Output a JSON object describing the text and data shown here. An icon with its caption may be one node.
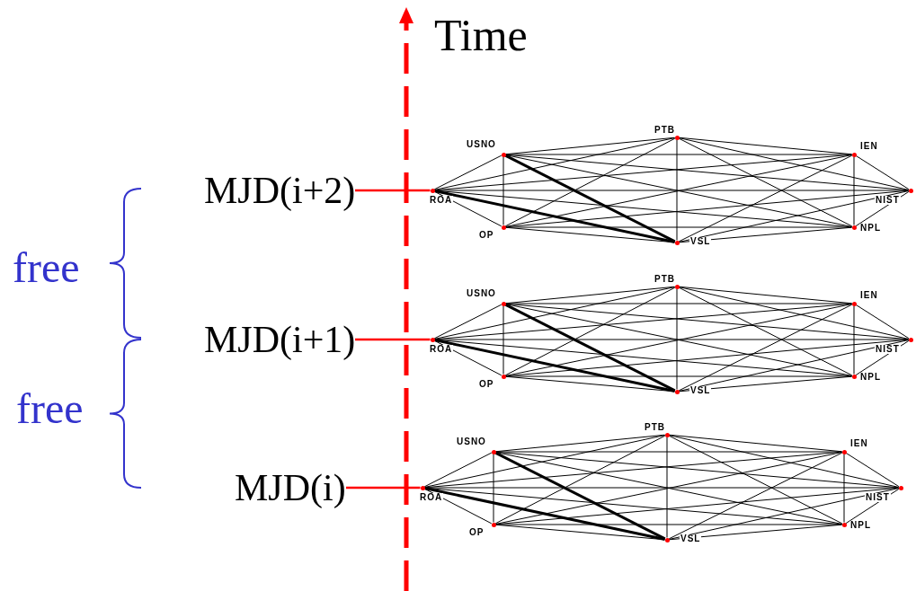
{
  "diagram": {
    "nodes": [
      {
        "text": [
          "MJD(i+2)"
        ]
      },
      {
        "text": [],
        "shape": "circle",
        "beside": [
          "PTB"
        ]
      },
      {
        "text": [],
        "shape": "circle",
        "beside": [
          "USNO"
        ]
      },
      {
        "text": [],
        "shape": "circle",
        "beside": [
          "IEN"
        ]
      },
      {
        "text": [],
        "shape": "circle",
        "beside": [
          "ROA"
        ]
      },
      {
        "text": [],
        "shape": "circle",
        "beside": [
          "NIST"
        ]
      },
      {
        "text": [],
        "shape": "circle",
        "beside": [
          "OP"
        ]
      },
      {
        "text": [],
        "shape": "circle",
        "beside": [
          "VSL"
        ]
      },
      {
        "text": [],
        "shape": "circle",
        "beside": [
          "NPL"
        ]
      },
      {
        "text": [
          "MJD(i+1)"
        ]
      },
      {
        "text": [],
        "shape": "circle",
        "beside": [
          "PTB"
        ]
      },
      {
        "text": [],
        "shape": "circle",
        "beside": [
          "USNO"
        ]
      },
      {
        "text": [],
        "shape": "circle",
        "beside": [
          "IEN"
        ]
      },
      {
        "text": [],
        "shape": "circle",
        "beside": [
          "ROA"
        ]
      },
      {
        "text": [],
        "shape": "circle",
        "beside": [
          "NIST"
        ]
      },
      {
        "text": [],
        "shape": "circle",
        "beside": [
          "OP"
        ]
      },
      {
        "text": [],
        "shape": "circle",
        "beside": [
          "VSL"
        ]
      },
      {
        "text": [],
        "shape": "circle",
        "beside": [
          "NPL"
        ]
      },
      {
        "text": [
          "MJD(i)"
        ]
      },
      {
        "text": [],
        "shape": "circle",
        "beside": [
          "PTB"
        ]
      },
      {
        "text": [],
        "shape": "circle",
        "beside": [
          "USNO"
        ]
      },
      {
        "text": [],
        "shape": "circle",
        "beside": [
          "IEN"
        ]
      },
      {
        "text": [],
        "shape": "circle",
        "beside": [
          "ROA"
        ]
      },
      {
        "text": [],
        "shape": "circle",
        "beside": [
          "NIST"
        ]
      },
      {
        "text": [],
        "shape": "circle",
        "beside": [
          "OP"
        ]
      },
      {
        "text": [],
        "shape": "circle",
        "beside": [
          "VSL"
        ]
      },
      {
        "text": [],
        "shape": "circle",
        "beside": [
          "NPL"
        ]
      }
    ],
    "edges": [
      {
        "from": 0,
        "to": 4,
        "arrow": "none",
        "color": "#ff0000"
      },
      {
        "from": 1,
        "to": 2,
        "arrow": "none"
      },
      {
        "from": 1,
        "to": 3,
        "arrow": "none"
      },
      {
        "from": 1,
        "to": 4,
        "arrow": "none"
      },
      {
        "from": 1,
        "to": 5,
        "arrow": "none"
      },
      {
        "from": 1,
        "to": 6,
        "arrow": "none"
      },
      {
        "from": 1,
        "to": 7,
        "arrow": "none"
      },
      {
        "from": 1,
        "to": 8,
        "arrow": "none"
      },
      {
        "from": 2,
        "to": 3,
        "arrow": "none"
      },
      {
        "from": 2,
        "to": 4,
        "arrow": "none"
      },
      {
        "from": 2,
        "to": 5,
        "arrow": "none"
      },
      {
        "from": 2,
        "to": 6,
        "arrow": "none"
      },
      {
        "from": 2,
        "to": 7,
        "arrow": "none",
        "style": "thick"
      },
      {
        "from": 2,
        "to": 8,
        "arrow": "none"
      },
      {
        "from": 3,
        "to": 4,
        "arrow": "none"
      },
      {
        "from": 3,
        "to": 5,
        "arrow": "none"
      },
      {
        "from": 3,
        "to": 6,
        "arrow": "none"
      },
      {
        "from": 3,
        "to": 7,
        "arrow": "none"
      },
      {
        "from": 3,
        "to": 8,
        "arrow": "none"
      },
      {
        "from": 4,
        "to": 5,
        "arrow": "none"
      },
      {
        "from": 4,
        "to": 6,
        "arrow": "none"
      },
      {
        "from": 4,
        "to": 7,
        "arrow": "none",
        "style": "thick"
      },
      {
        "from": 4,
        "to": 8,
        "arrow": "none"
      },
      {
        "from": 5,
        "to": 6,
        "arrow": "none"
      },
      {
        "from": 5,
        "to": 7,
        "arrow": "none"
      },
      {
        "from": 5,
        "to": 8,
        "arrow": "none"
      },
      {
        "from": 6,
        "to": 7,
        "arrow": "none"
      },
      {
        "from": 6,
        "to": 8,
        "arrow": "none"
      },
      {
        "from": 7,
        "to": 8,
        "arrow": "none"
      },
      {
        "from": 9,
        "to": 13,
        "arrow": "none",
        "color": "#ff0000"
      },
      {
        "from": 10,
        "to": 11,
        "arrow": "none"
      },
      {
        "from": 10,
        "to": 12,
        "arrow": "none"
      },
      {
        "from": 10,
        "to": 13,
        "arrow": "none"
      },
      {
        "from": 10,
        "to": 14,
        "arrow": "none"
      },
      {
        "from": 10,
        "to": 15,
        "arrow": "none"
      },
      {
        "from": 10,
        "to": 16,
        "arrow": "none"
      },
      {
        "from": 10,
        "to": 17,
        "arrow": "none"
      },
      {
        "from": 11,
        "to": 12,
        "arrow": "none"
      },
      {
        "from": 11,
        "to": 13,
        "arrow": "none"
      },
      {
        "from": 11,
        "to": 14,
        "arrow": "none"
      },
      {
        "from": 11,
        "to": 15,
        "arrow": "none"
      },
      {
        "from": 11,
        "to": 16,
        "arrow": "none",
        "style": "thick"
      },
      {
        "from": 11,
        "to": 17,
        "arrow": "none"
      },
      {
        "from": 12,
        "to": 13,
        "arrow": "none"
      },
      {
        "from": 12,
        "to": 14,
        "arrow": "none"
      },
      {
        "from": 12,
        "to": 15,
        "arrow": "none"
      },
      {
        "from": 12,
        "to": 16,
        "arrow": "none"
      },
      {
        "from": 12,
        "to": 17,
        "arrow": "none"
      },
      {
        "from": 13,
        "to": 14,
        "arrow": "none"
      },
      {
        "from": 13,
        "to": 15,
        "arrow": "none"
      },
      {
        "from": 13,
        "to": 16,
        "arrow": "none",
        "style": "thick"
      },
      {
        "from": 13,
        "to": 17,
        "arrow": "none"
      },
      {
        "from": 14,
        "to": 15,
        "arrow": "none"
      },
      {
        "from": 14,
        "to": 16,
        "arrow": "none"
      },
      {
        "from": 14,
        "to": 17,
        "arrow": "none"
      },
      {
        "from": 15,
        "to": 16,
        "arrow": "none"
      },
      {
        "from": 15,
        "to": 17,
        "arrow": "none"
      },
      {
        "from": 16,
        "to": 17,
        "arrow": "none"
      },
      {
        "from": 18,
        "to": 22,
        "arrow": "none",
        "color": "#ff0000"
      },
      {
        "from": 19,
        "to": 20,
        "arrow": "none"
      },
      {
        "from": 19,
        "to": 21,
        "arrow": "none"
      },
      {
        "from": 19,
        "to": 22,
        "arrow": "none"
      },
      {
        "from": 19,
        "to": 23,
        "arrow": "none"
      },
      {
        "from": 19,
        "to": 24,
        "arrow": "none"
      },
      {
        "from": 19,
        "to": 25,
        "arrow": "none"
      },
      {
        "from": 19,
        "to": 26,
        "arrow": "none"
      },
      {
        "from": 20,
        "to": 21,
        "arrow": "none"
      },
      {
        "from": 20,
        "to": 22,
        "arrow": "none"
      },
      {
        "from": 20,
        "to": 23,
        "arrow": "none"
      },
      {
        "from": 20,
        "to": 24,
        "arrow": "none"
      },
      {
        "from": 20,
        "to": 25,
        "arrow": "none",
        "style": "thick"
      },
      {
        "from": 20,
        "to": 26,
        "arrow": "none"
      },
      {
        "from": 21,
        "to": 22,
        "arrow": "none"
      },
      {
        "from": 21,
        "to": 23,
        "arrow": "none"
      },
      {
        "from": 21,
        "to": 24,
        "arrow": "none"
      },
      {
        "from": 21,
        "to": 25,
        "arrow": "none"
      },
      {
        "from": 21,
        "to": 26,
        "arrow": "none"
      },
      {
        "from": 22,
        "to": 23,
        "arrow": "none"
      },
      {
        "from": 22,
        "to": 24,
        "arrow": "none"
      },
      {
        "from": 22,
        "to": 25,
        "arrow": "none",
        "style": "thick"
      },
      {
        "from": 22,
        "to": 26,
        "arrow": "none"
      },
      {
        "from": 23,
        "to": 24,
        "arrow": "none"
      },
      {
        "from": 23,
        "to": 25,
        "arrow": "none"
      },
      {
        "from": 23,
        "to": 26,
        "arrow": "none"
      },
      {
        "from": 24,
        "to": 25,
        "arrow": "none"
      },
      {
        "from": 24,
        "to": 26,
        "arrow": "none"
      },
      {
        "from": 25,
        "to": 26,
        "arrow": "none"
      }
    ],
    "labels": [
      "Time",
      "free",
      "free"
    ]
  }
}
